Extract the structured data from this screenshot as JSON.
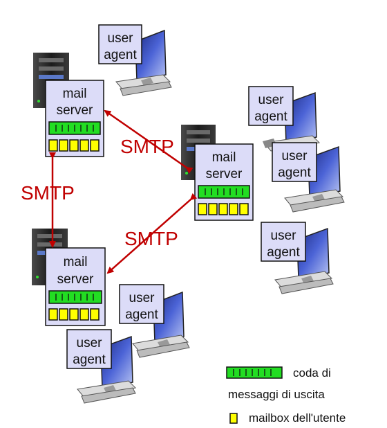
{
  "servers": [
    {
      "id": "top-left",
      "line1": "mail",
      "line2": "server"
    },
    {
      "id": "middle-right",
      "line1": "mail",
      "line2": "server"
    },
    {
      "id": "bottom-left",
      "line1": "mail",
      "line2": "server"
    }
  ],
  "agents": [
    {
      "id": "agent-top",
      "line1": "user",
      "line2": "agent"
    },
    {
      "id": "agent-right-1",
      "line1": "user",
      "line2": "agent"
    },
    {
      "id": "agent-right-2",
      "line1": "user",
      "line2": "agent"
    },
    {
      "id": "agent-right-3",
      "line1": "user",
      "line2": "agent"
    },
    {
      "id": "agent-bottom-1",
      "line1": "user",
      "line2": "agent"
    },
    {
      "id": "agent-bottom-2",
      "line1": "user",
      "line2": "agent"
    }
  ],
  "protocol_labels": [
    "SMTP",
    "SMTP",
    "SMTP"
  ],
  "legend": {
    "queue_line1": "coda di",
    "queue_line2": "messaggi di uscita",
    "mailbox": "mailbox dell'utente"
  },
  "colors": {
    "server_box": "#dcdcf8",
    "queue": "#22dd22",
    "mailbox": "#ffff00",
    "arrow": "#c00000",
    "label": "#c00000",
    "screen": "#3a4fb0"
  }
}
